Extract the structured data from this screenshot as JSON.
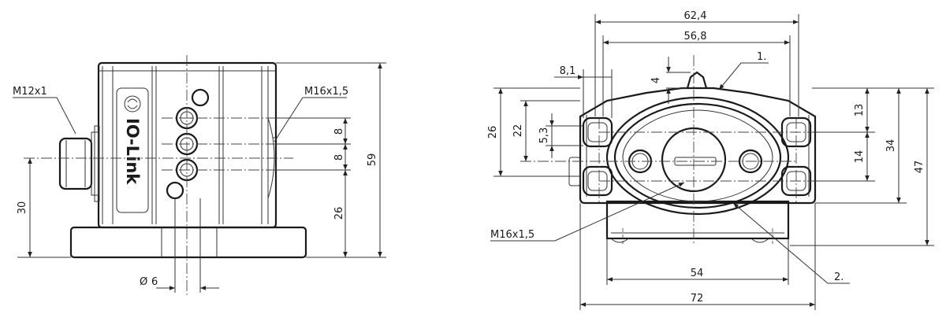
{
  "left_view": {
    "callouts": {
      "connector_thread": "M12x1",
      "cable_thread": "M16x1,5"
    },
    "dimensions": {
      "pitch_upper": "8",
      "pitch_lower": "8",
      "height_total": "59",
      "height_lower": "26",
      "connector_height": "30",
      "hole_diameter": "6"
    },
    "hole_diameter_symbol": "Ø",
    "brand_text": "IO-Link"
  },
  "right_view": {
    "dimensions": {
      "width_outer_top": "62,4",
      "width_inner_top": "56,8",
      "slot_width": "8,1",
      "nub_height": "4",
      "left_height_26": "26",
      "left_height_22": "22",
      "left_height_5_3": "5,3",
      "right_height_13": "13",
      "right_height_14": "14",
      "right_height_34": "34",
      "right_height_47": "47",
      "base_width_54": "54",
      "base_width_72": "72"
    },
    "callouts": {
      "part_1": "1.",
      "part_2": "2.",
      "cable_thread": "M16x1,5"
    }
  }
}
